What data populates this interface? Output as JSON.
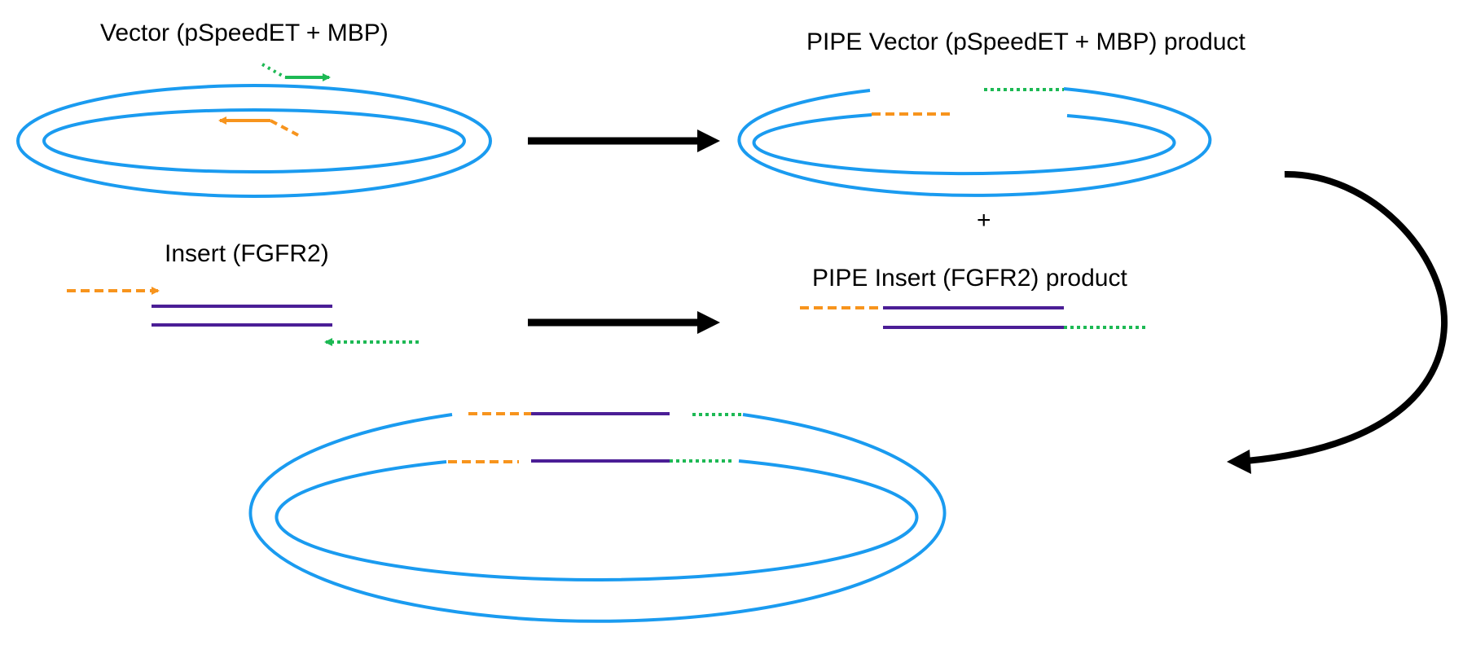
{
  "labels": {
    "vector": "Vector (pSpeedET + MBP)",
    "pipe_vector": "PIPE Vector (pSpeedET + MBP) product",
    "plus": "+",
    "insert": "Insert (FGFR2)",
    "pipe_insert": "PIPE Insert (FGFR2) product"
  },
  "colors": {
    "vector_strand": "#1a9bf0",
    "insert_strand": "#4b1e96",
    "forward_tail": "#f7941d",
    "reverse_tail": "#1db954",
    "arrow": "#000000",
    "text": "#000000"
  },
  "icons": {
    "process_arrow": "right-arrow-icon",
    "recombination_arrow": "curved-arrow-icon"
  }
}
